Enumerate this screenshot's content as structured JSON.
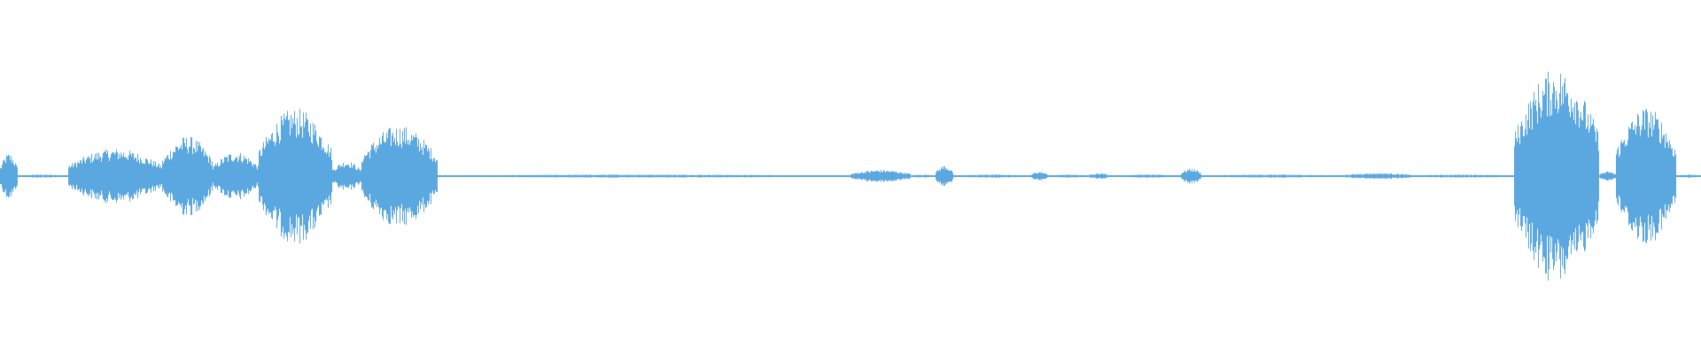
{
  "waveform": {
    "color": "#5ba8e0",
    "background": "#ffffff",
    "duration_fraction_segments": [
      {
        "start": 0.0,
        "end": 0.01,
        "amplitude": 0.15
      },
      {
        "start": 0.01,
        "end": 0.04,
        "amplitude": 0.01
      },
      {
        "start": 0.04,
        "end": 0.095,
        "amplitude": 0.18
      },
      {
        "start": 0.095,
        "end": 0.125,
        "amplitude": 0.26
      },
      {
        "start": 0.125,
        "end": 0.152,
        "amplitude": 0.16
      },
      {
        "start": 0.152,
        "end": 0.195,
        "amplitude": 0.44
      },
      {
        "start": 0.195,
        "end": 0.212,
        "amplitude": 0.1
      },
      {
        "start": 0.212,
        "end": 0.257,
        "amplitude": 0.33
      },
      {
        "start": 0.257,
        "end": 0.5,
        "amplitude": 0.01
      },
      {
        "start": 0.5,
        "end": 0.535,
        "amplitude": 0.04
      },
      {
        "start": 0.535,
        "end": 0.55,
        "amplitude": 0.01
      },
      {
        "start": 0.55,
        "end": 0.56,
        "amplitude": 0.07
      },
      {
        "start": 0.56,
        "end": 0.606,
        "amplitude": 0.01
      },
      {
        "start": 0.606,
        "end": 0.616,
        "amplitude": 0.03
      },
      {
        "start": 0.616,
        "end": 0.64,
        "amplitude": 0.01
      },
      {
        "start": 0.64,
        "end": 0.652,
        "amplitude": 0.02
      },
      {
        "start": 0.652,
        "end": 0.694,
        "amplitude": 0.01
      },
      {
        "start": 0.694,
        "end": 0.706,
        "amplitude": 0.05
      },
      {
        "start": 0.706,
        "end": 0.79,
        "amplitude": 0.01
      },
      {
        "start": 0.79,
        "end": 0.83,
        "amplitude": 0.02
      },
      {
        "start": 0.83,
        "end": 0.89,
        "amplitude": 0.01
      },
      {
        "start": 0.89,
        "end": 0.94,
        "amplitude": 0.7
      },
      {
        "start": 0.94,
        "end": 0.95,
        "amplitude": 0.03
      },
      {
        "start": 0.95,
        "end": 0.985,
        "amplitude": 0.45
      },
      {
        "start": 0.985,
        "end": 1.0,
        "amplitude": 0.01
      }
    ]
  }
}
